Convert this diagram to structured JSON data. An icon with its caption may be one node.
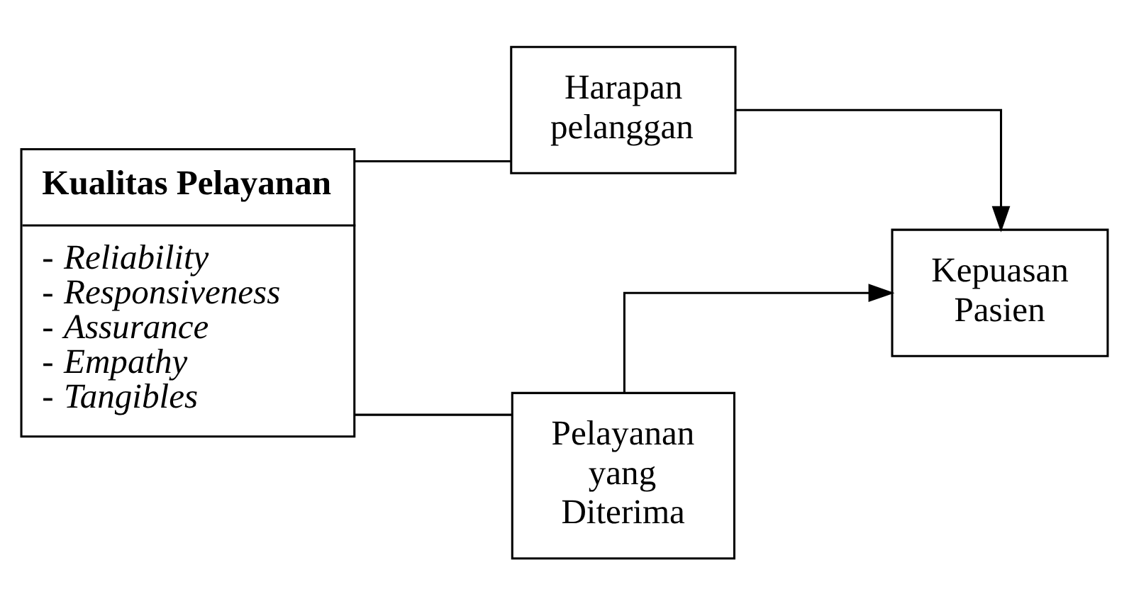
{
  "diagram": {
    "nodes": [
      {
        "text": [
          "Kualitas Pelayanan",
          "- *Reliability*",
          "- *Responsiveness*",
          "- *Assurance*",
          "- *Empathy*",
          "- *Tangibles*"
        ]
      },
      {
        "text": [
          "Harapan pelanggan"
        ]
      },
      {
        "text": [
          "Pelayanan yang Diterima"
        ]
      },
      {
        "text": [
          "Kepuasan Pasien"
        ]
      }
    ],
    "edges": [
      {
        "from": 0,
        "to": 1,
        "arrow": "none"
      },
      {
        "from": 0,
        "to": 2,
        "arrow": "none"
      },
      {
        "from": 1,
        "to": 3,
        "arrow": "to"
      },
      {
        "from": 2,
        "to": 3,
        "arrow": "to"
      }
    ]
  }
}
